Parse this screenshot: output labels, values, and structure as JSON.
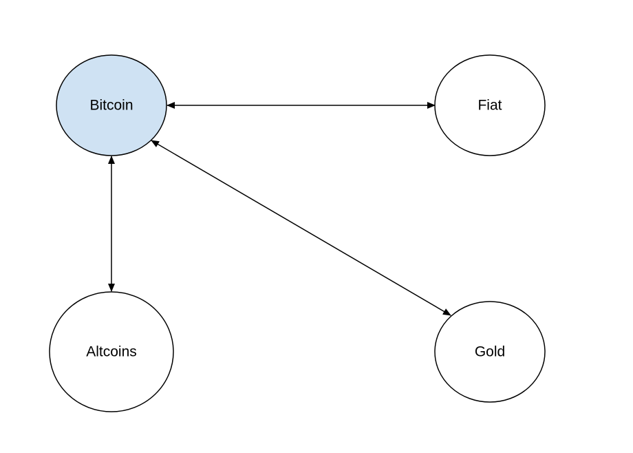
{
  "diagram": {
    "nodes": [
      {
        "id": "bitcoin",
        "label": "Bitcoin",
        "fill": "#cfe2f3"
      },
      {
        "id": "fiat",
        "label": "Fiat",
        "fill": "#ffffff"
      },
      {
        "id": "altcoins",
        "label": "Altcoins",
        "fill": "#ffffff"
      },
      {
        "id": "gold",
        "label": "Gold",
        "fill": "#ffffff"
      }
    ],
    "edges": [
      {
        "from": "bitcoin",
        "to": "fiat",
        "direction": "bidirectional"
      },
      {
        "from": "bitcoin",
        "to": "altcoins",
        "direction": "bidirectional"
      },
      {
        "from": "bitcoin",
        "to": "gold",
        "direction": "bidirectional"
      }
    ],
    "stroke_color": "#000000"
  }
}
